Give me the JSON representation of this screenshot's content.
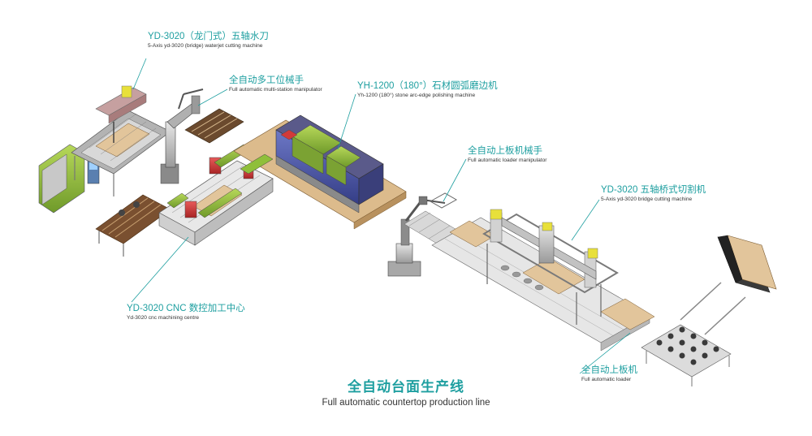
{
  "colors": {
    "accent": "#1e9fa0",
    "machine_green": "#8fbf3a",
    "machine_red": "#d13a3a",
    "machine_blue": "#4a56a8",
    "wood": "#e2c59b",
    "frame": "#a7a7a7",
    "yellow": "#e8e03a"
  },
  "callouts": {
    "waterjet": {
      "zh": "YD-3020（龙门式）五轴水刀",
      "en": "5-Axis yd-3020 (bridge)  waterjet cutting machine"
    },
    "manipulator": {
      "zh": "全自动多工位械手",
      "en": "Full automatic multi-station manipulator"
    },
    "polishing": {
      "zh": "YH-1200（180°）石材圆弧磨边机",
      "en": "Yh-1200 (180°) stone arc-edge polishing machine"
    },
    "loader_manipulator": {
      "zh": "全自动上板机械手",
      "en": "Full automatic loader manipulator"
    },
    "bridge_cutting": {
      "zh": "YD-3020 五轴桥式切割机",
      "en": "5-Axis yd-3020 bridge cutting machine"
    },
    "cnc": {
      "zh": "YD-3020 CNC 数控加工中心",
      "en": "Yd-3020 cnc machining centre"
    },
    "loader": {
      "zh": "全自动上板机",
      "en": "Full automatic loader"
    }
  },
  "title": {
    "zh": "全自动台面生产线",
    "en": "Full automatic countertop production line"
  }
}
